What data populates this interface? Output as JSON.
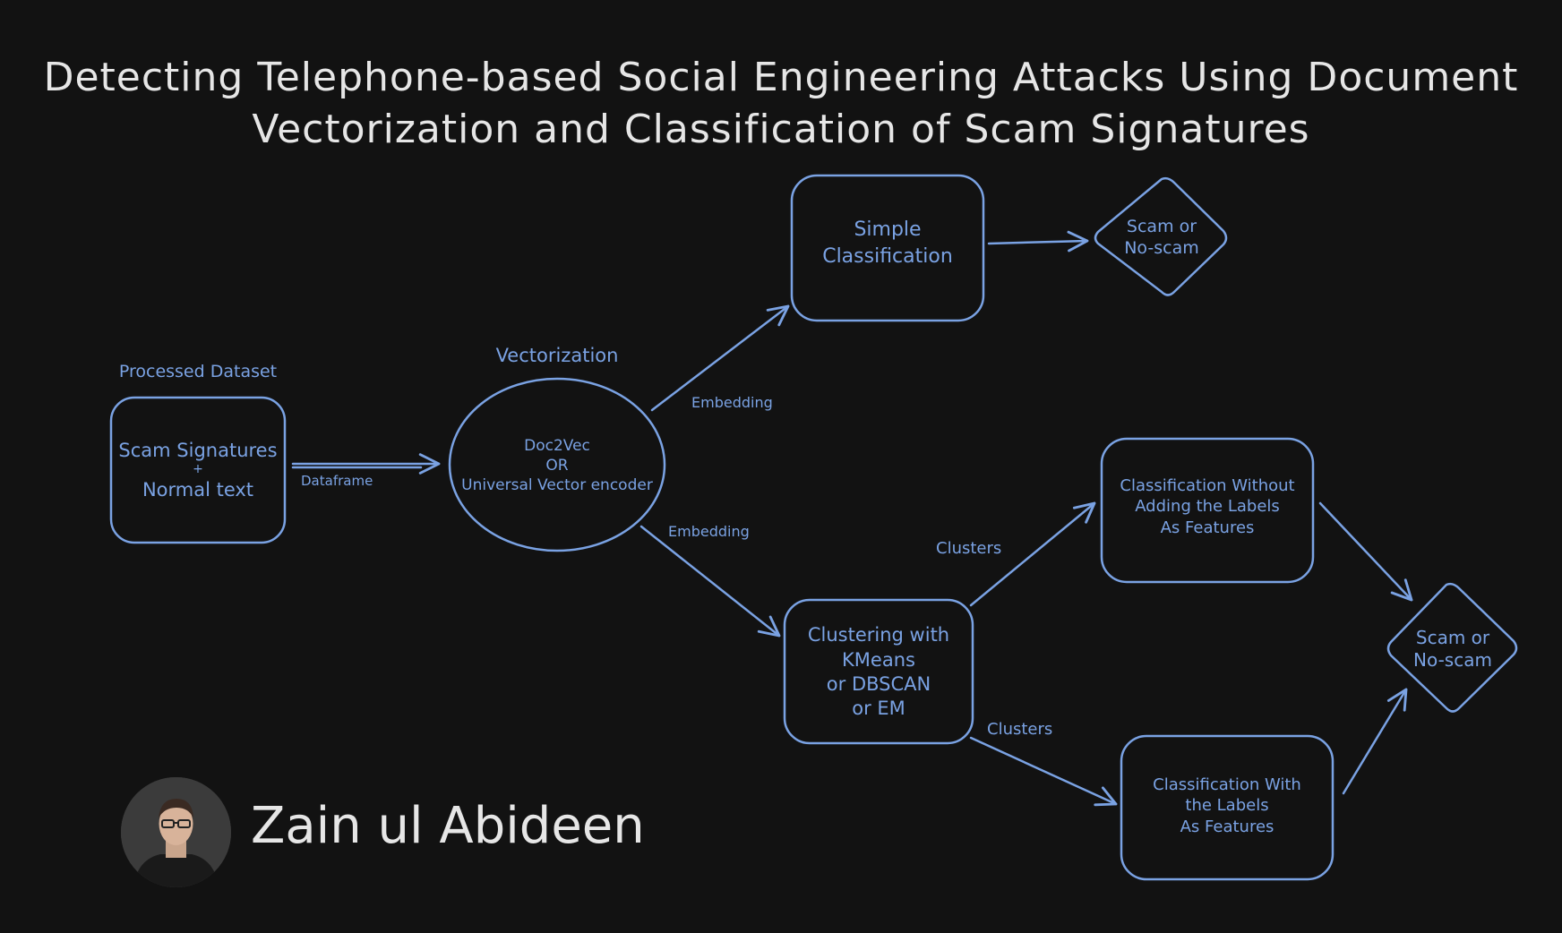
{
  "title": {
    "line1": "Detecting Telephone-based Social Engineering Attacks Using Document",
    "line2": "Vectorization and Classification of Scam Signatures"
  },
  "nodes": {
    "dataset_heading": "Processed Dataset",
    "dataset_line1": "Scam Signatures",
    "dataset_line2": "+",
    "dataset_line3": "Normal text",
    "vectorization_heading": "Vectorization",
    "vectorizer_line1": "Doc2Vec",
    "vectorizer_line2": "OR",
    "vectorizer_line3": "Universal Vector encoder",
    "simple_line1": "Simple",
    "simple_line2": "Classification",
    "decision_top_line1": "Scam or",
    "decision_top_line2": "No-scam",
    "clustering_line1": "Clustering with",
    "clustering_line2": "KMeans",
    "clustering_line3": "or DBSCAN",
    "clustering_line4": "or EM",
    "without_line1": "Classification Without",
    "without_line2": "Adding the Labels",
    "without_line3": "As Features",
    "with_line1": "Classification With",
    "with_line2": "the Labels",
    "with_line3": "As Features",
    "decision_right_line1": "Scam or",
    "decision_right_line2": "No-scam"
  },
  "edges": {
    "dataframe": "Dataframe",
    "embedding_top": "Embedding",
    "embedding_bottom": "Embedding",
    "clusters_top": "Clusters",
    "clusters_bottom": "Clusters"
  },
  "author": {
    "name": "Zain ul Abideen",
    "avatar_icon": "person-avatar-icon"
  },
  "colors": {
    "background": "#121212",
    "stroke": "#7aa2e3",
    "text": "#e6e6e6"
  }
}
